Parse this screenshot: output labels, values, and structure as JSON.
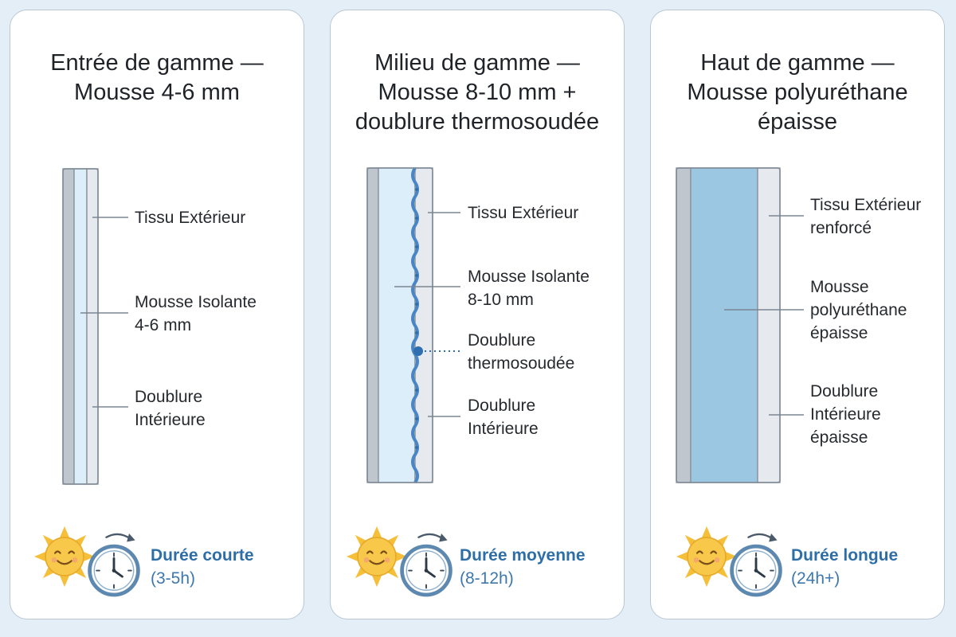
{
  "colors": {
    "background": "#e4eef7",
    "card_border": "#b9c7d4",
    "outer_layer": "#bfc6cd",
    "inner_layer": "#e6e9ed",
    "foam_light": "#dceefa",
    "foam_dark": "#9cc7e3",
    "lining": "#4a86c5",
    "accent_text": "#2e6ea6",
    "sun": "#f5bf3a"
  },
  "cards": [
    {
      "title_lines": [
        "Entrée de gamme —",
        "Mousse 4-6 mm"
      ],
      "labels": {
        "outer": [
          "Tissu Extérieur"
        ],
        "foam": [
          "Mousse Isolante",
          "4-6 mm"
        ],
        "inner": [
          "Doublure",
          "Intérieure"
        ]
      },
      "duration": {
        "label": "Durée courte",
        "range": "(3-5h)"
      },
      "icons": {
        "sun": "sun-icon",
        "clock": "clock-icon"
      }
    },
    {
      "title_lines": [
        "Milieu de gamme —",
        "Mousse 8-10 mm +",
        "doublure thermosoudée"
      ],
      "labels": {
        "outer": [
          "Tissu Extérieur"
        ],
        "foam": [
          "Mousse Isolante",
          "8-10 mm"
        ],
        "lining": [
          "Doublure",
          "thermosoudée"
        ],
        "inner": [
          "Doublure",
          "Intérieure"
        ]
      },
      "duration": {
        "label": "Durée moyenne",
        "range": "(8-12h)"
      },
      "icons": {
        "sun": "sun-icon",
        "clock": "clock-icon"
      }
    },
    {
      "title_lines": [
        "Haut de gamme —",
        "Mousse polyuréthane",
        "épaisse"
      ],
      "labels": {
        "outer": [
          "Tissu Extérieur",
          "renforcé"
        ],
        "foam": [
          "Mousse",
          "polyuréthane",
          "épaisse"
        ],
        "inner": [
          "Doublure",
          "Intérieure",
          "épaisse"
        ]
      },
      "duration": {
        "label": "Durée longue",
        "range": "(24h+)"
      },
      "icons": {
        "sun": "sun-icon",
        "clock": "clock-icon"
      }
    }
  ]
}
